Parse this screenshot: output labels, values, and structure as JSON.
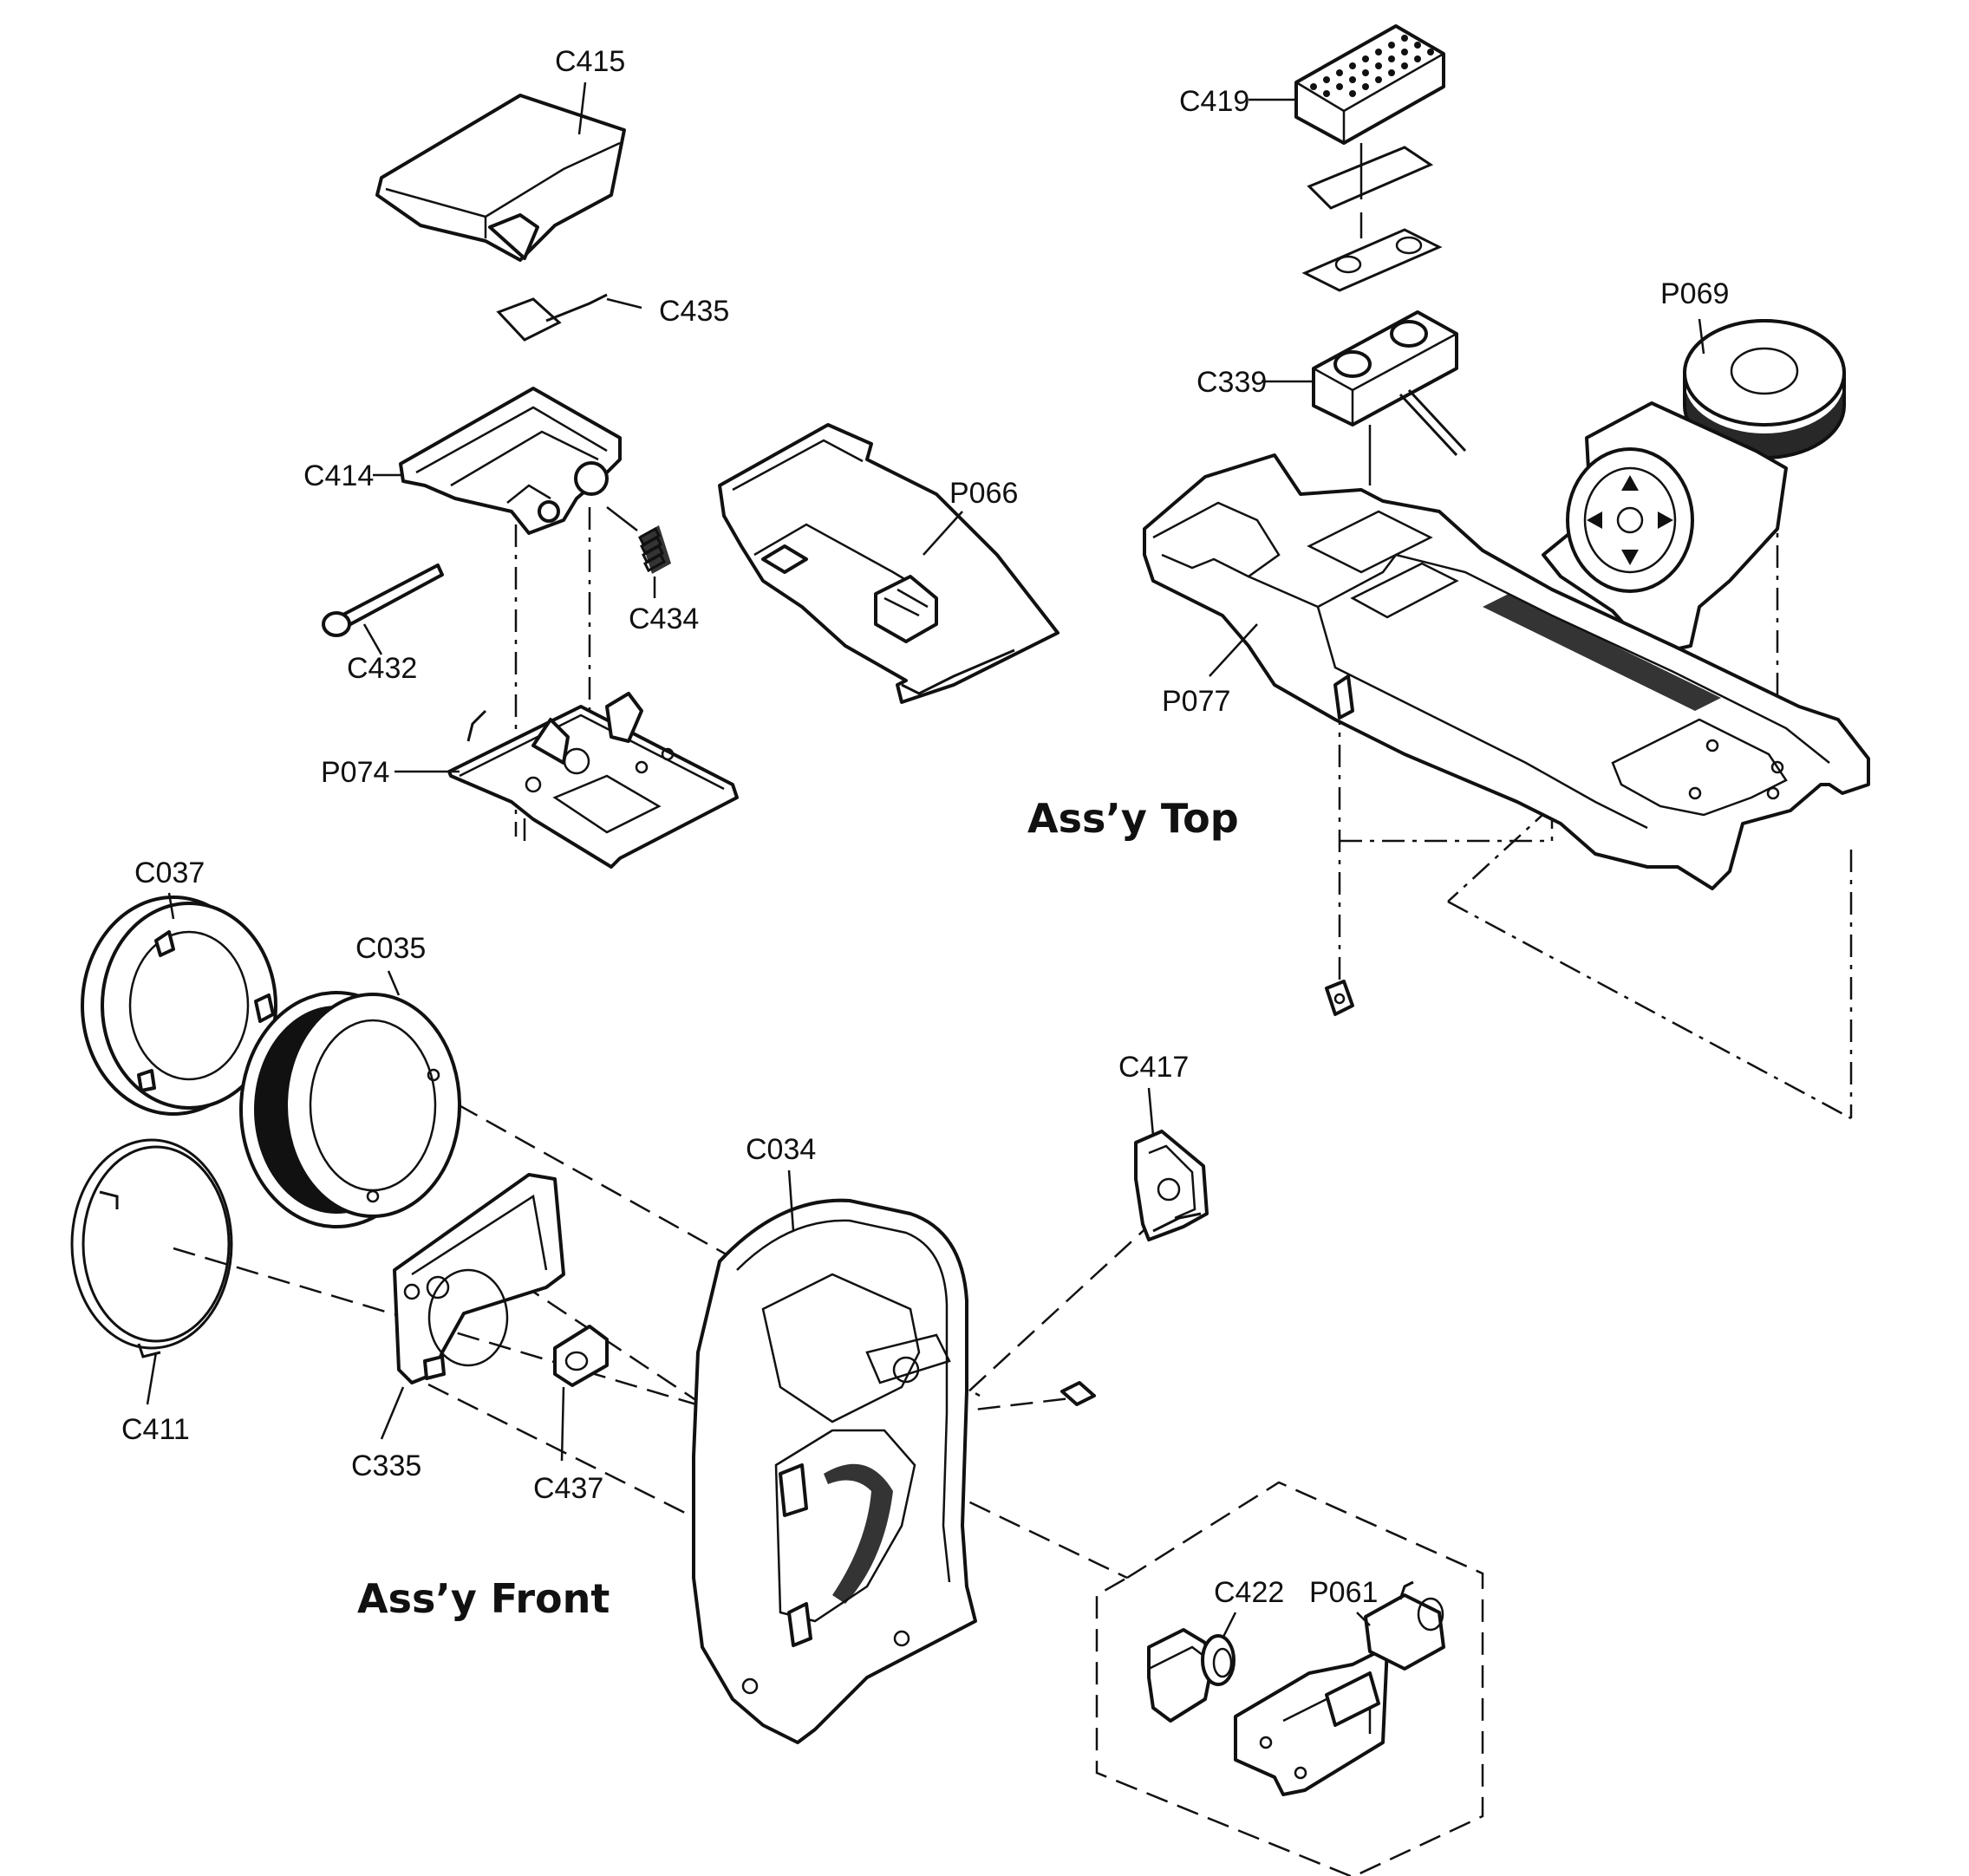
{
  "assemblies": {
    "top": "Ass’y Top",
    "front": "Ass’y Front"
  },
  "parts": {
    "C415": "C415",
    "C435": "C435",
    "C414": "C414",
    "C434": "C434",
    "C432": "C432",
    "P074": "P074",
    "P066": "P066",
    "C419": "C419",
    "C339": "C339",
    "P069": "P069",
    "P077": "P077",
    "C037": "C037",
    "C035": "C035",
    "C411": "C411",
    "C335": "C335",
    "C437": "C437",
    "C034": "C034",
    "C417": "C417",
    "C422": "C422",
    "P061": "P061"
  }
}
